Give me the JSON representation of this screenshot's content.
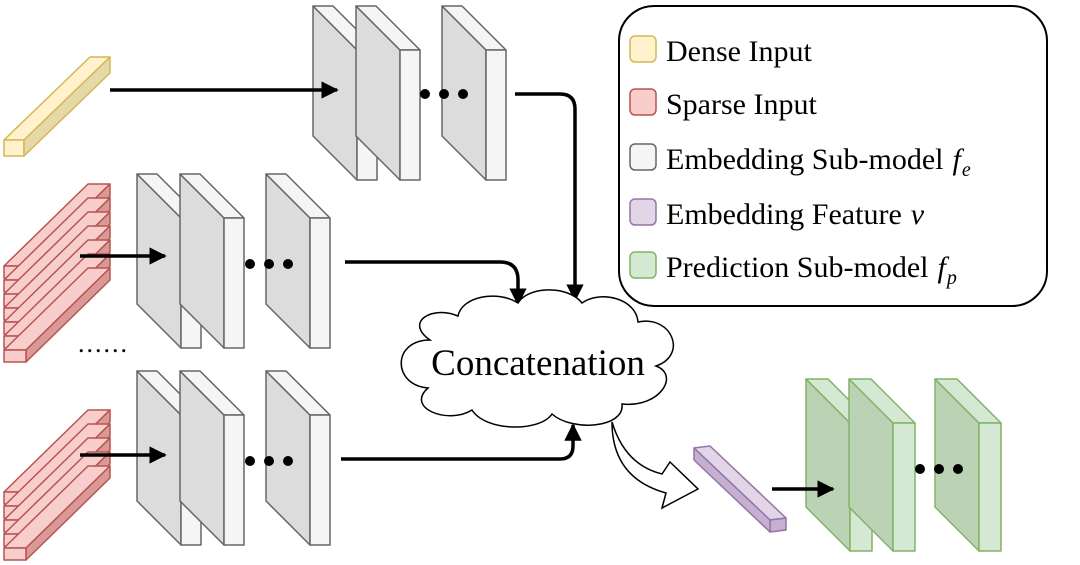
{
  "legend": {
    "items": [
      {
        "label": "Dense Input",
        "color": "#fff2cc",
        "stroke": "#d6b656"
      },
      {
        "label": "Sparse Input",
        "color": "#f8cecc",
        "stroke": "#b85450"
      },
      {
        "label": "Embedding Sub-model",
        "math": "f",
        "sub": "e",
        "color": "#f5f5f5",
        "stroke": "#666666"
      },
      {
        "label": "Embedding Feature",
        "math": "v",
        "color": "#e1d5e7",
        "stroke": "#9673a6"
      },
      {
        "label": "Prediction Sub-model",
        "math": "f",
        "sub": "p",
        "color": "#d5e8d4",
        "stroke": "#82b366"
      }
    ]
  },
  "cloud_label": "Concatenation",
  "ellipsis_dots": "......",
  "colors": {
    "dense_face": "#fff2cc",
    "dense_side": "#e6d9a8",
    "dense_stroke": "#d6b656",
    "sparse_face": "#f8cecc",
    "sparse_side": "#d99a97",
    "sparse_stroke": "#b85450",
    "emb_face": "#f5f5f5",
    "emb_side": "#dcdcdc",
    "emb_stroke": "#666666",
    "feat_face": "#e1d5e7",
    "feat_side": "#c5b0d1",
    "feat_stroke": "#9673a6",
    "pred_face": "#d5e8d4",
    "pred_side": "#bcd2b5",
    "pred_stroke": "#82b366"
  }
}
